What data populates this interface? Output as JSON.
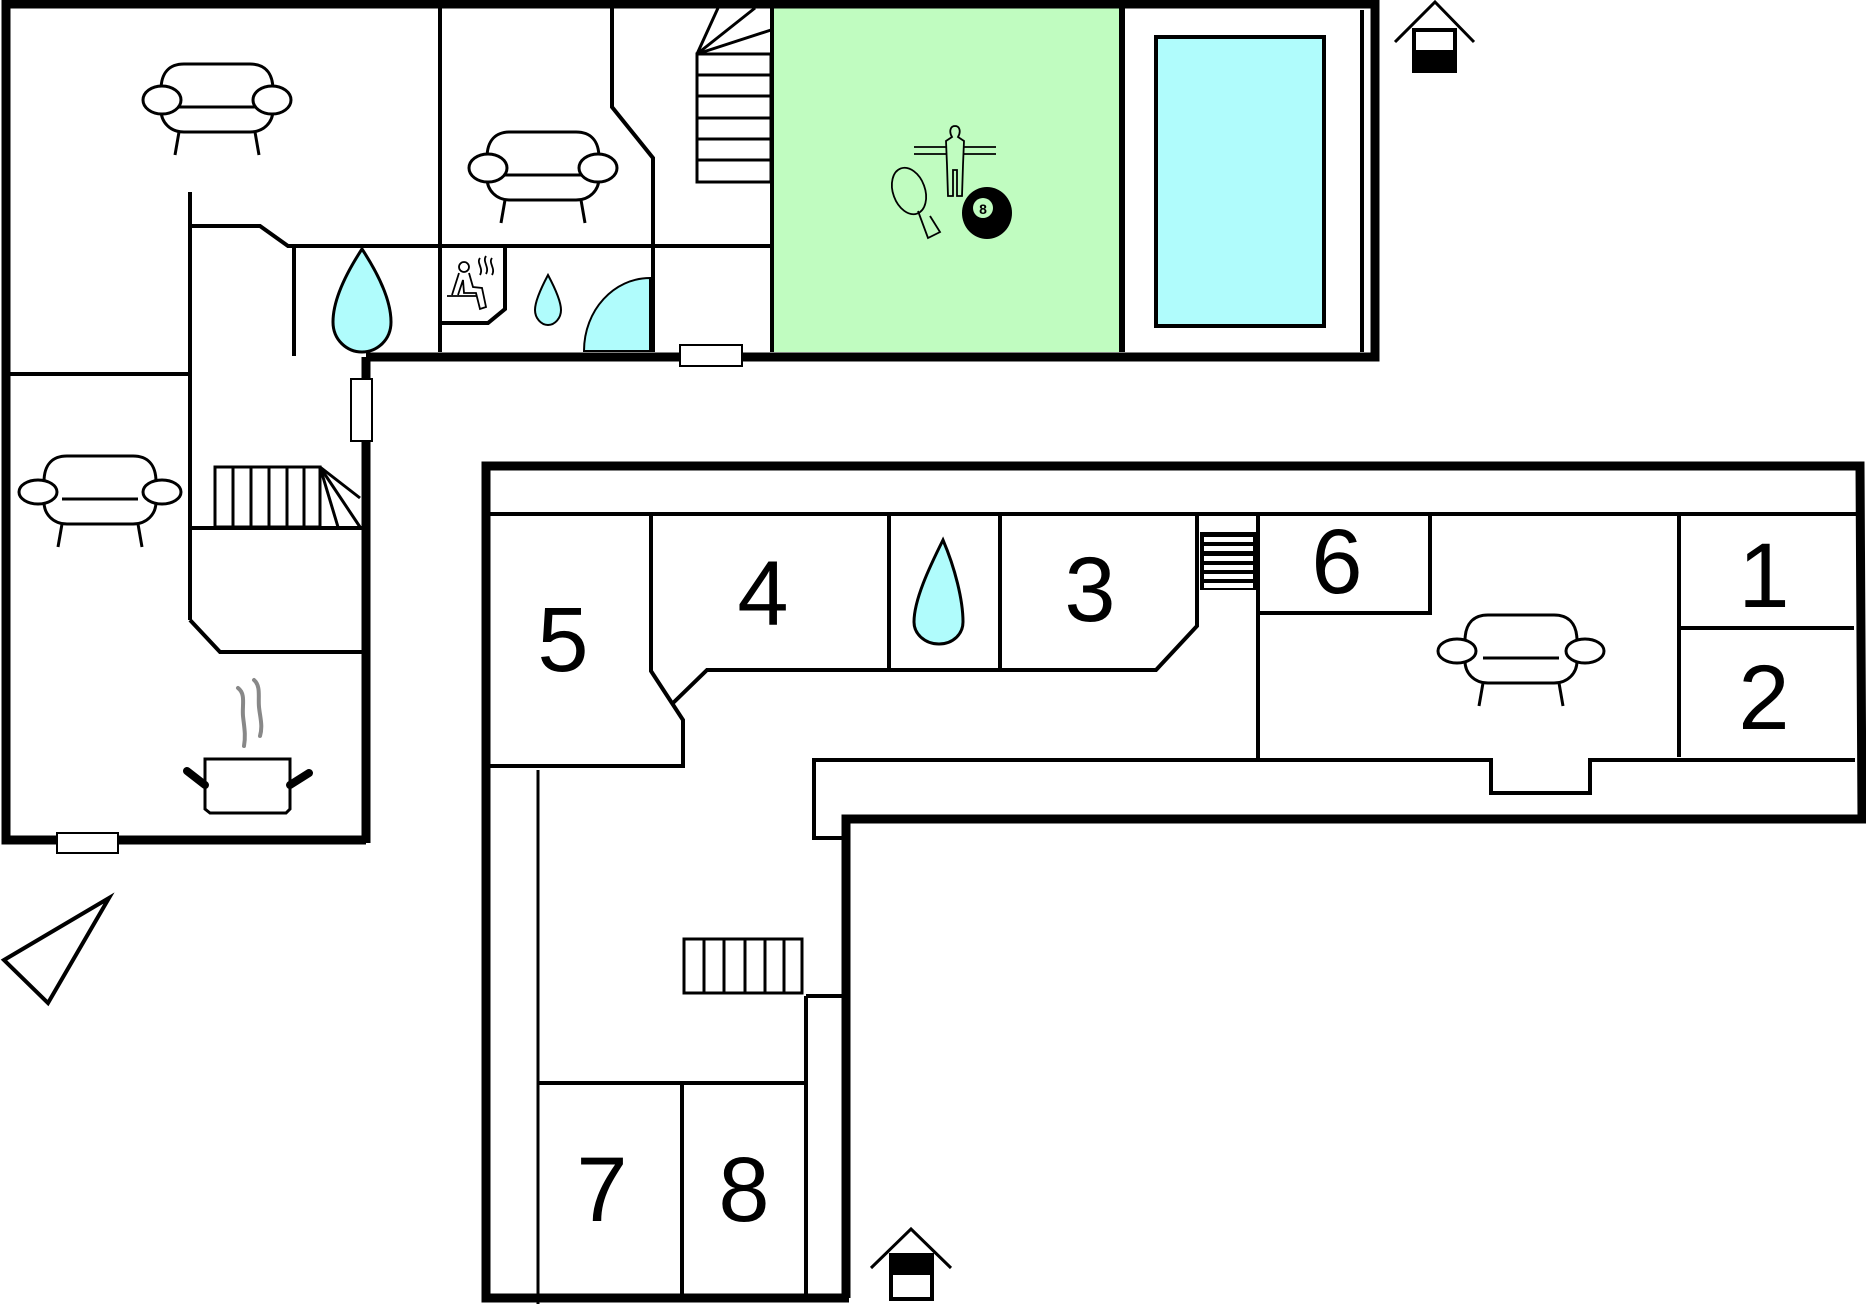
{
  "floorplan": {
    "colors": {
      "wall": "#000000",
      "water": "#b0fcfc",
      "game_room": "#c0fcc0",
      "pool": "#b0fcfc",
      "steam": "#888888"
    },
    "room_numbers": {
      "r1": "1",
      "r2": "2",
      "r3": "3",
      "r4": "4",
      "r5": "5",
      "r6": "6",
      "r7": "7",
      "r8": "8"
    },
    "billiard_ball_number": "8",
    "icons": [
      "sofa-icon",
      "sofa-icon",
      "sofa-icon",
      "sofa-icon",
      "water-drop-icon",
      "water-drop-icon",
      "water-drop-icon",
      "sauna-icon",
      "shower-icon",
      "staircase-icon",
      "foosball-icon",
      "ping-pong-icon",
      "billiard-ball-icon",
      "pool-icon",
      "cooking-pot-icon",
      "entrance-house-icon",
      "entrance-house-icon",
      "north-arrow-icon"
    ]
  }
}
